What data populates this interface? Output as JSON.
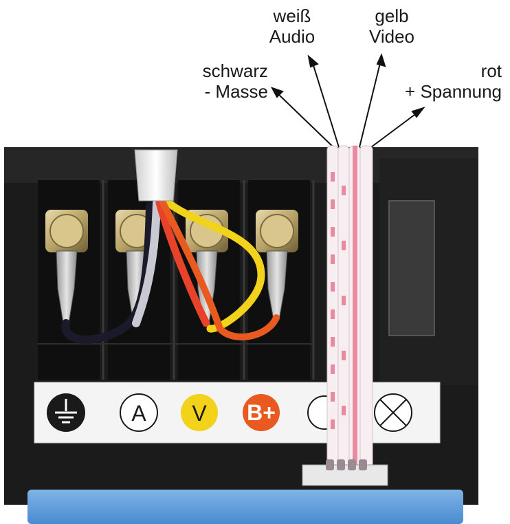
{
  "labels": {
    "white": {
      "line1": "weiß",
      "line2": "Audio"
    },
    "yellow": {
      "line1": "gelb",
      "line2": "Video"
    },
    "black": {
      "line1": "schwarz",
      "line2": "- Masse"
    },
    "red": {
      "line1": "rot",
      "line2": "+ Spannung"
    }
  },
  "terminals": {
    "audio": "A",
    "video": "V",
    "power": "B+"
  },
  "icons": [
    "ground-icon",
    "audio-icon",
    "video-icon",
    "power-icon",
    "cross-circle-icon"
  ],
  "colors": {
    "yellow": "#f2d21b",
    "orange": "#e85a1f",
    "red_wire": "#e8432a",
    "pink_stripe": "#e88aa0"
  }
}
